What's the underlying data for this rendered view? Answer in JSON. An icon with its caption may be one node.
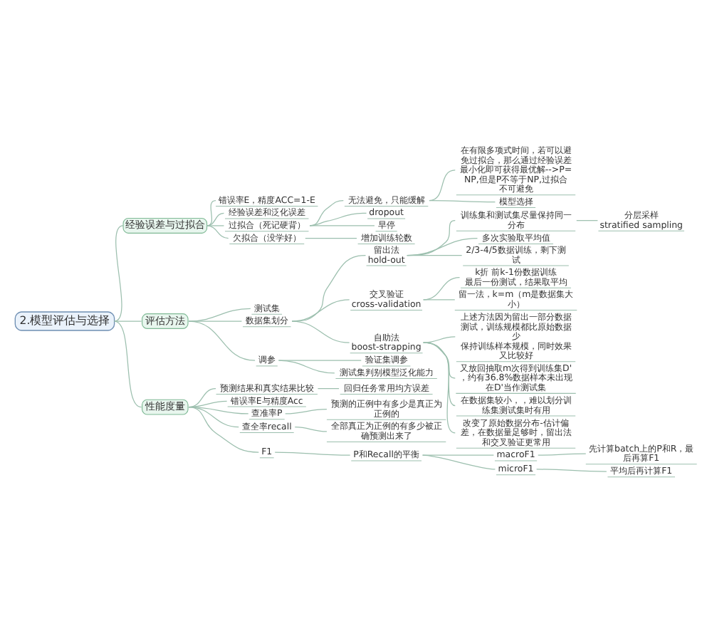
{
  "diagram": {
    "nodes": [
      {
        "text": [
          "2.模型评估与选择"
        ]
      },
      {
        "text": [
          "经验误差与过拟合"
        ]
      },
      {
        "text": [
          "错误率E，精度ACC=1-E"
        ]
      },
      {
        "text": [
          "经验误差和泛化误差"
        ]
      },
      {
        "text": [
          "过拟合（死记硬背）"
        ]
      },
      {
        "text": [
          "无法避免，只能缓解"
        ]
      },
      {
        "text": [
          "在有限多项式时间，若可以避免过拟合，那么通过经验误差最小化即可获得最优解-->P=NP,但是P不等于NP,过拟合不可避免"
        ]
      },
      {
        "text": [
          "模型选择"
        ]
      },
      {
        "text": [
          "dropout"
        ]
      },
      {
        "text": [
          "早停"
        ]
      },
      {
        "text": [
          "欠拟合（没学好）"
        ]
      },
      {
        "text": [
          "增加训练轮数"
        ]
      },
      {
        "text": [
          "评估方法"
        ]
      },
      {
        "text": [
          "测试集"
        ]
      },
      {
        "text": [
          "数据集划分"
        ]
      },
      {
        "text": [
          "留出法",
          "hold-out"
        ]
      },
      {
        "text": [
          "训练集和测试集尽量保持同一分布"
        ]
      },
      {
        "text": [
          "分层采样",
          "stratified sampling"
        ]
      },
      {
        "text": [
          "多次实验取平均值"
        ]
      },
      {
        "text": [
          "2/3-4/5数据训练，剩下测试"
        ]
      },
      {
        "text": [
          "交叉验证",
          "cross-validation"
        ]
      },
      {
        "text": [
          "k折 前k-1份数据训练",
          "最后一份测试，结果取平均"
        ]
      },
      {
        "text": [
          "留一法，k=m（m是数据集大小）"
        ]
      },
      {
        "text": [
          "自助法",
          "boost-strapping"
        ]
      },
      {
        "text": [
          "上述方法因为留出一部分数据测试，训练规模都比原始数据少",
          "保持训练样本规模，同时效果又比较好"
        ]
      },
      {
        "text": [
          "又放回抽取m次得到训练集D'，约有36.8%数据样本未出现在D'当作测试集"
        ]
      },
      {
        "text": [
          "在数据集较小，，难以划分训练集测试集时有用"
        ]
      },
      {
        "text": [
          "改变了原始数据分布-估计偏差，在数据量足够时，留出法和交叉验证更常用"
        ]
      },
      {
        "text": [
          "调参"
        ]
      },
      {
        "text": [
          "验证集调参"
        ]
      },
      {
        "text": [
          "测试集判别模型泛化能力"
        ]
      },
      {
        "text": [
          "性能度量"
        ]
      },
      {
        "text": [
          "预测结果和真实结果比较"
        ]
      },
      {
        "text": [
          "回归任务常用均方误差"
        ]
      },
      {
        "text": [
          "错误率E与精度Acc"
        ]
      },
      {
        "text": [
          "查准率P"
        ]
      },
      {
        "text": [
          "预测的正例中有多少是真正为正例的"
        ]
      },
      {
        "text": [
          "查全率recall"
        ]
      },
      {
        "text": [
          "全部真正为正例的有多少被正确预测出来了"
        ]
      },
      {
        "text": [
          "F1"
        ]
      },
      {
        "text": [
          "P和Recall的平衡"
        ]
      },
      {
        "text": [
          "macroF1"
        ]
      },
      {
        "text": [
          "先计算batch上的P和R，最后再算F1"
        ]
      },
      {
        "text": [
          "microF1"
        ]
      },
      {
        "text": [
          "平均后再计算F1"
        ]
      }
    ],
    "edges": [
      {
        "from": 0,
        "to": 1,
        "arrow": "none"
      },
      {
        "from": 1,
        "to": 2,
        "arrow": "none"
      },
      {
        "from": 1,
        "to": 3,
        "arrow": "none"
      },
      {
        "from": 1,
        "to": 4,
        "arrow": "none"
      },
      {
        "from": 4,
        "to": 5,
        "arrow": "none"
      },
      {
        "from": 5,
        "to": 6,
        "arrow": "none"
      },
      {
        "from": 5,
        "to": 7,
        "arrow": "none"
      },
      {
        "from": 4,
        "to": 8,
        "arrow": "none"
      },
      {
        "from": 4,
        "to": 9,
        "arrow": "none"
      },
      {
        "from": 1,
        "to": 10,
        "arrow": "none"
      },
      {
        "from": 10,
        "to": 11,
        "arrow": "none"
      },
      {
        "from": 0,
        "to": 12,
        "arrow": "none"
      },
      {
        "from": 12,
        "to": 13,
        "arrow": "none"
      },
      {
        "from": 12,
        "to": 14,
        "arrow": "none"
      },
      {
        "from": 14,
        "to": 15,
        "arrow": "none"
      },
      {
        "from": 15,
        "to": 16,
        "arrow": "none"
      },
      {
        "from": 16,
        "to": 17,
        "arrow": "none"
      },
      {
        "from": 15,
        "to": 18,
        "arrow": "none"
      },
      {
        "from": 15,
        "to": 19,
        "arrow": "none"
      },
      {
        "from": 14,
        "to": 20,
        "arrow": "none"
      },
      {
        "from": 20,
        "to": 21,
        "arrow": "none"
      },
      {
        "from": 20,
        "to": 22,
        "arrow": "none"
      },
      {
        "from": 14,
        "to": 23,
        "arrow": "none"
      },
      {
        "from": 23,
        "to": 24,
        "arrow": "none"
      },
      {
        "from": 23,
        "to": 25,
        "arrow": "none"
      },
      {
        "from": 23,
        "to": 26,
        "arrow": "none"
      },
      {
        "from": 23,
        "to": 27,
        "arrow": "none"
      },
      {
        "from": 12,
        "to": 28,
        "arrow": "none"
      },
      {
        "from": 28,
        "to": 29,
        "arrow": "none"
      },
      {
        "from": 28,
        "to": 30,
        "arrow": "none"
      },
      {
        "from": 0,
        "to": 31,
        "arrow": "none"
      },
      {
        "from": 31,
        "to": 32,
        "arrow": "none"
      },
      {
        "from": 32,
        "to": 33,
        "arrow": "none"
      },
      {
        "from": 31,
        "to": 34,
        "arrow": "none"
      },
      {
        "from": 31,
        "to": 35,
        "arrow": "none"
      },
      {
        "from": 35,
        "to": 36,
        "arrow": "none"
      },
      {
        "from": 31,
        "to": 37,
        "arrow": "none"
      },
      {
        "from": 37,
        "to": 38,
        "arrow": "none"
      },
      {
        "from": 31,
        "to": 39,
        "arrow": "none"
      },
      {
        "from": 39,
        "to": 40,
        "arrow": "none"
      },
      {
        "from": 40,
        "to": 41,
        "arrow": "none"
      },
      {
        "from": 41,
        "to": 42,
        "arrow": "none"
      },
      {
        "from": 40,
        "to": 43,
        "arrow": "none"
      },
      {
        "from": 43,
        "to": 44,
        "arrow": "none"
      }
    ]
  }
}
